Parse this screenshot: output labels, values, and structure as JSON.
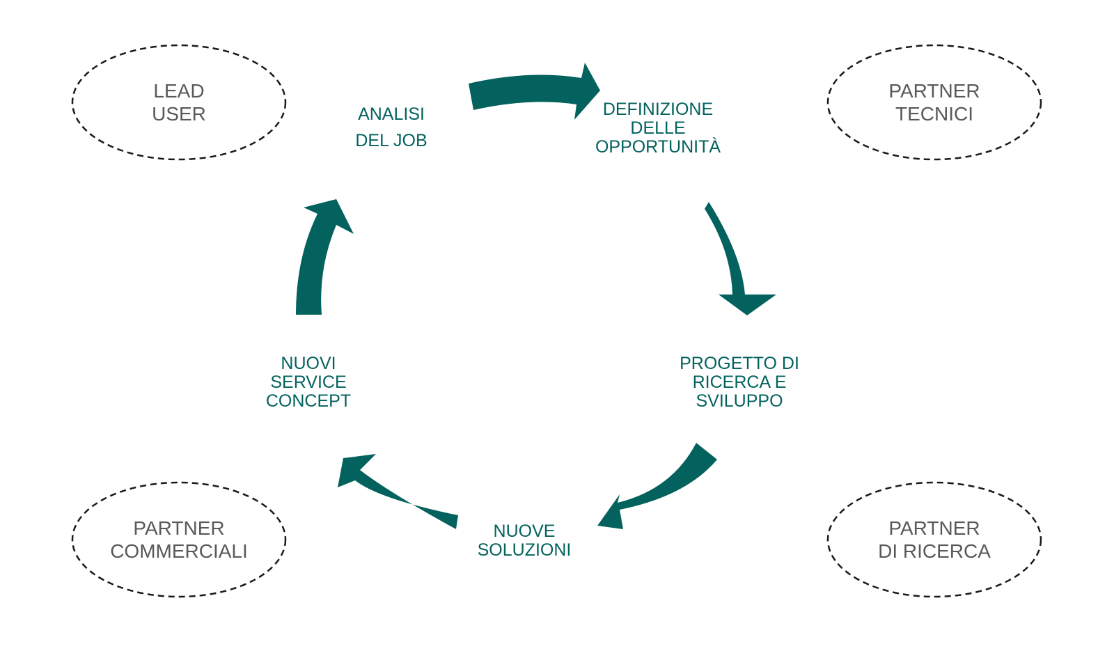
{
  "colors": {
    "accent": "#03625e",
    "partner_text": "#595959",
    "ellipse_stroke": "#1a1a1a"
  },
  "partners": [
    {
      "lines": [
        "LEAD",
        "USER"
      ]
    },
    {
      "lines": [
        "PARTNER",
        "TECNICI"
      ]
    },
    {
      "lines": [
        "PARTNER",
        "COMMERCIALI"
      ]
    },
    {
      "lines": [
        "PARTNER",
        "DI RICERCA"
      ]
    }
  ],
  "steps": [
    {
      "lines": [
        "ANALISI",
        "DEL JOB"
      ]
    },
    {
      "lines": [
        "DEFINIZIONE",
        "DELLE",
        "OPPORTUNITÀ"
      ]
    },
    {
      "lines": [
        "PROGETTO DI",
        "RICERCA E",
        "SVILUPPO"
      ]
    },
    {
      "lines": [
        "NUOVE",
        "SOLUZIONI"
      ]
    },
    {
      "lines": [
        "NUOVI",
        "SERVICE",
        "CONCEPT"
      ]
    }
  ]
}
